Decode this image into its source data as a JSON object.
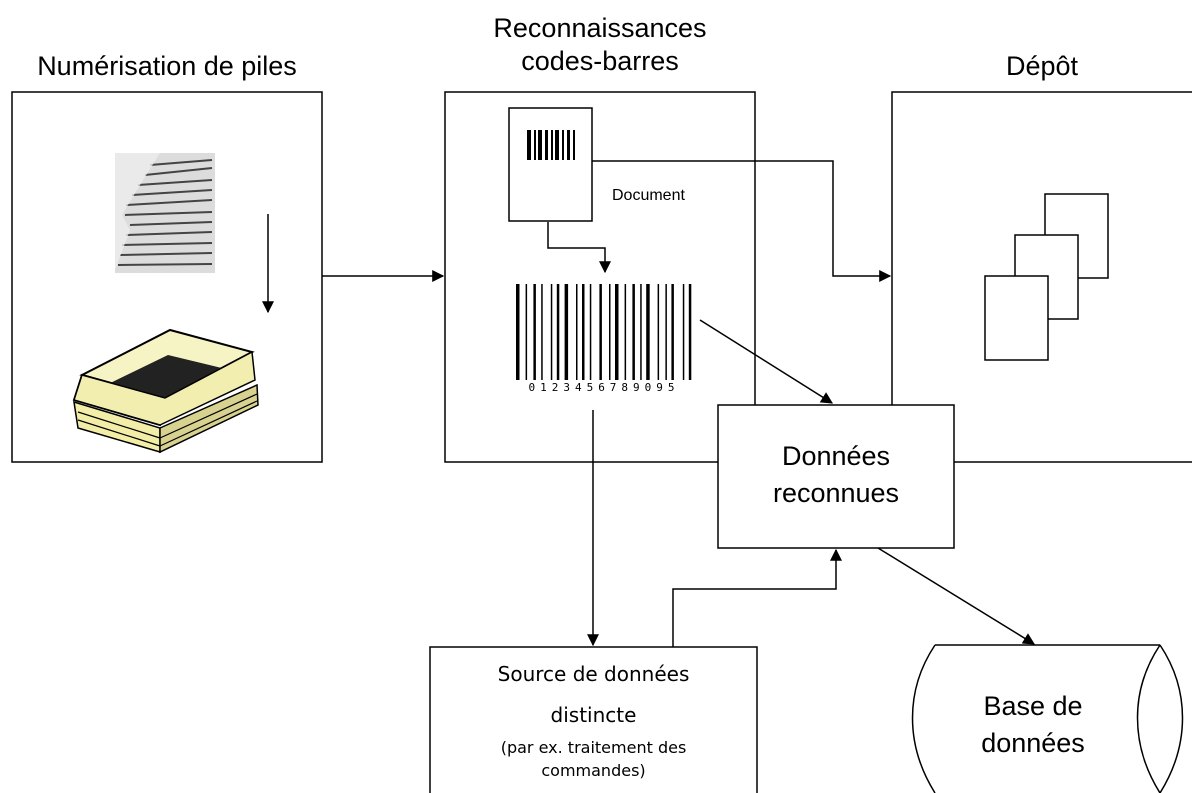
{
  "stages": {
    "scan_title": "Numérisation de piles",
    "barcode_title_line1": "Reconnaissances",
    "barcode_title_line2": "codes-barres",
    "repo_title": "Dépôt"
  },
  "document_label": "Document",
  "barcode_digits": "0123456789095",
  "recognized": {
    "line1": "Données",
    "line2": "reconnues"
  },
  "source": {
    "line1": "Source de données",
    "line2": "distincte",
    "line3": "(par ex. traitement des",
    "line4": "commandes)"
  },
  "database": {
    "line1": "Base de",
    "line2": "données"
  },
  "icons": [
    "paper-stack-icon",
    "scanner-icon",
    "barcode-icon",
    "document-stack-icon"
  ],
  "colors": {
    "line": "#000000",
    "scanner_body": "#f4f0b8",
    "paper": "#777777"
  }
}
